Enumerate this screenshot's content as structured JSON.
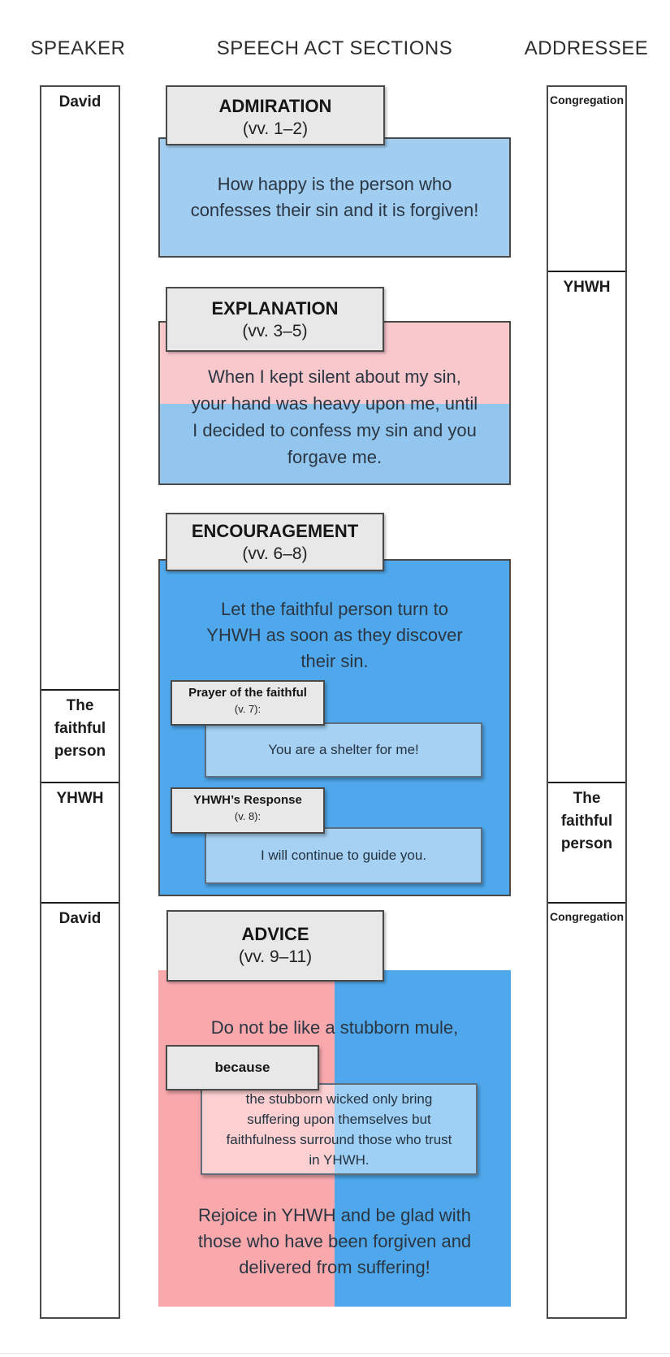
{
  "header": {
    "speaker": "SPEAKER",
    "sections": "SPEECH ACT SECTIONS",
    "addressee": "ADDRESSEE"
  },
  "speaker_column": {
    "segments": [
      {
        "label": "David"
      },
      {
        "label": "The faithful person"
      },
      {
        "label": "YHWH"
      },
      {
        "label": "David"
      }
    ]
  },
  "addressee_column": {
    "segments": [
      {
        "label": "Congregation"
      },
      {
        "label": "YHWH"
      },
      {
        "label": "The faithful person"
      },
      {
        "label": "Congregation"
      }
    ]
  },
  "sections": [
    {
      "title": "ADMIRATION",
      "verses": "(vv. 1–2)",
      "lines": [
        "How happy is the person who",
        "confesses their sin and it is forgiven!"
      ]
    },
    {
      "title": "EXPLANATION",
      "verses": "(vv. 3–5)",
      "lines": [
        "When I kept silent about my sin,",
        "your hand was heavy upon me, until",
        "I decided to confess my sin and you",
        "forgave me."
      ]
    },
    {
      "title": "ENCOURAGEMENT",
      "verses": "(vv. 6–8)",
      "lines": [
        "Let the faithful person turn to",
        "YHWH as soon as they discover",
        "their sin."
      ],
      "prayer_label": "Prayer of the faithful",
      "prayer_verse": "(v. 7):",
      "prayer_text": "You are a shelter for me!",
      "response_label": "YHWH’s Response",
      "response_verse": "(v. 8):",
      "response_text": "I will continue to guide you."
    },
    {
      "title": "ADVICE",
      "verses": "(vv. 9–11)",
      "line1": "Do not be like a stubborn mule,",
      "because_label": "because",
      "reason_lines": [
        "the stubborn wicked only bring",
        "suffering upon themselves but",
        "faithfulness surround those who trust",
        "in YHWH."
      ],
      "closing_lines": [
        "Rejoice in YHWH and be glad with",
        "those who have been forgiven and",
        "delivered from suffering!"
      ]
    }
  ],
  "colors": {
    "light_blue": "#a1cdf1",
    "explanation_blue": "#93c6ee",
    "medium_blue": "#4fa8ec",
    "inner_light_blue": "#a6d1f3",
    "light_pink": "#f9c8cc",
    "strong_pink": "#f9a8ac",
    "panel_gray": "#e8e8e8",
    "border_dark": "#4a4a4a"
  }
}
